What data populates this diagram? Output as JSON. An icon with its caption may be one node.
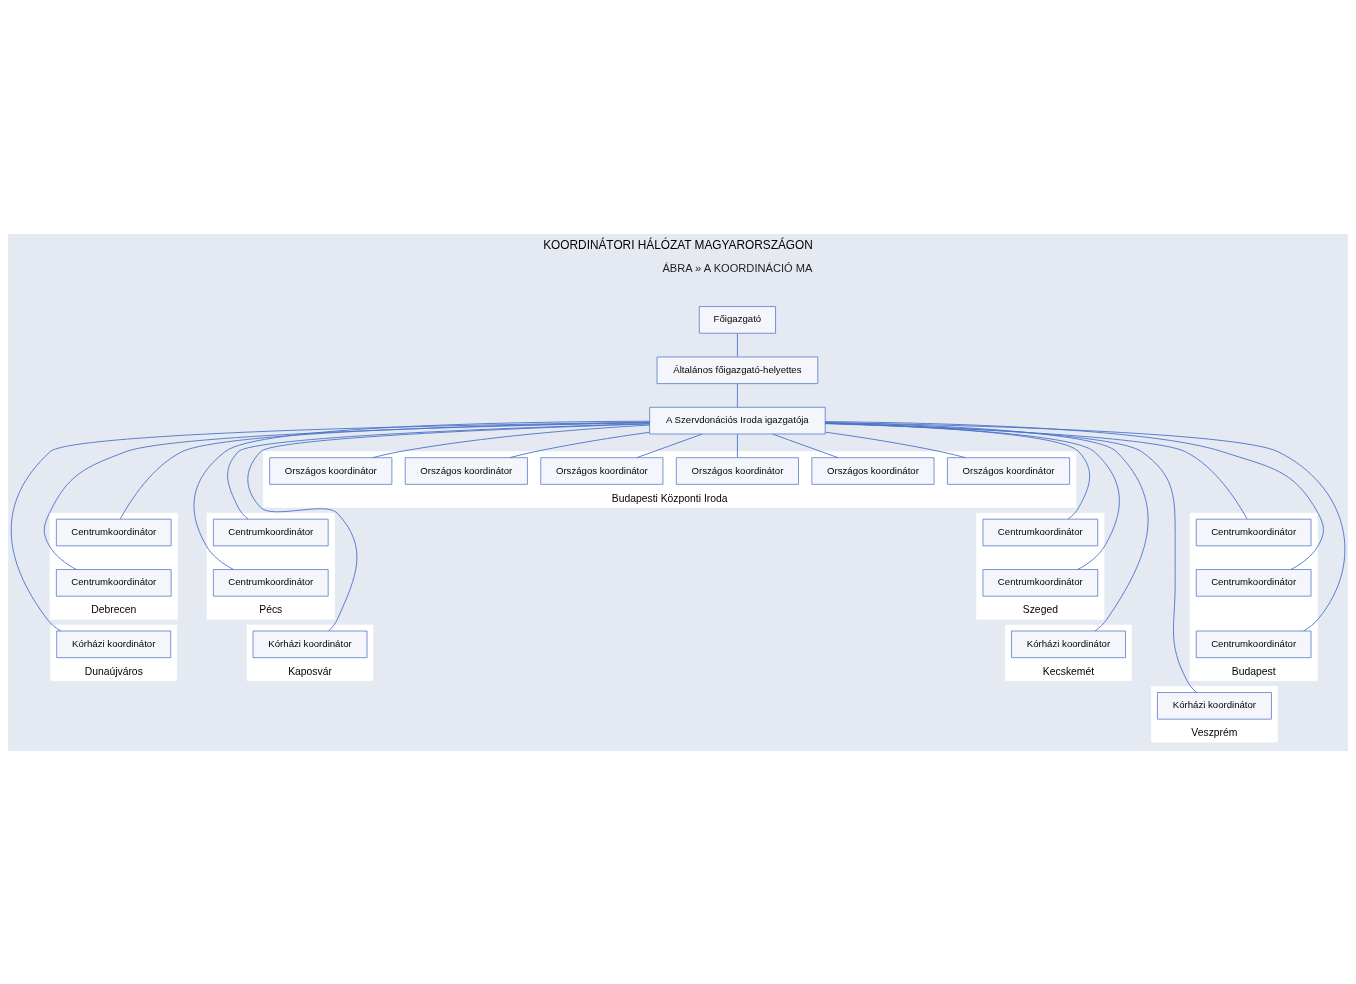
{
  "diagram": {
    "title": "KOORDINÁTORI HÁLÓZAT MAGYARORSZÁGON",
    "nodes": [
      {
        "text": [
          "Főigazgató"
        ]
      },
      {
        "text": [
          "Általános főigazgató-helyettes"
        ]
      },
      {
        "text": [
          "A Szervdonációs Iroda igazgatója"
        ]
      },
      {
        "text": [
          "Budapesti Központi Iroda"
        ]
      },
      {
        "text": [
          "Országos koordinátor"
        ],
        "in": 3
      },
      {
        "text": [
          "Országos koordinátor"
        ],
        "in": 3
      },
      {
        "text": [
          "Országos koordinátor"
        ],
        "in": 3
      },
      {
        "text": [
          "Országos koordinátor"
        ],
        "in": 3
      },
      {
        "text": [
          "Országos koordinátor"
        ],
        "in": 3
      },
      {
        "text": [
          "Országos koordinátor"
        ],
        "in": 3
      },
      {
        "text": [
          "Debrecen"
        ]
      },
      {
        "text": [
          "Centrumkoordinátor"
        ],
        "in": 10
      },
      {
        "text": [
          "Centrumkoordinátor"
        ],
        "in": 10
      },
      {
        "text": [
          "Pécs"
        ]
      },
      {
        "text": [
          "Centrumkoordinátor"
        ],
        "in": 13
      },
      {
        "text": [
          "Centrumkoordinátor"
        ],
        "in": 13
      },
      {
        "text": [
          "Szeged"
        ]
      },
      {
        "text": [
          "Centrumkoordinátor"
        ],
        "in": 16
      },
      {
        "text": [
          "Centrumkoordinátor"
        ],
        "in": 16
      },
      {
        "text": [
          "Budapest"
        ]
      },
      {
        "text": [
          "Centrumkoordinátor"
        ],
        "in": 19
      },
      {
        "text": [
          "Centrumkoordinátor"
        ],
        "in": 19
      },
      {
        "text": [
          "Centrumkoordinátor"
        ],
        "in": 19
      },
      {
        "text": [
          "Dunaújváros"
        ]
      },
      {
        "text": [
          "Kórházi koordinátor"
        ],
        "in": 23
      },
      {
        "text": [
          "Kaposvár"
        ]
      },
      {
        "text": [
          "Kórházi koordinátor"
        ],
        "in": 25
      },
      {
        "text": [
          "Kecskemét"
        ]
      },
      {
        "text": [
          "Kórházi koordinátor"
        ],
        "in": 27
      },
      {
        "text": [
          "Veszprém"
        ]
      },
      {
        "text": [
          "Kórházi koordinátor"
        ],
        "in": 29
      }
    ],
    "edges": [
      {
        "from": 0,
        "to": 1,
        "arrow": "none"
      },
      {
        "from": 1,
        "to": 2,
        "arrow": "none"
      },
      {
        "from": 2,
        "to": 4,
        "arrow": "none"
      },
      {
        "from": 2,
        "to": 5,
        "arrow": "none"
      },
      {
        "from": 2,
        "to": 6,
        "arrow": "none"
      },
      {
        "from": 2,
        "to": 7,
        "arrow": "none"
      },
      {
        "from": 2,
        "to": 8,
        "arrow": "none"
      },
      {
        "from": 2,
        "to": 9,
        "arrow": "none"
      },
      {
        "from": 2,
        "to": 11,
        "arrow": "none"
      },
      {
        "from": 2,
        "to": 12,
        "arrow": "none"
      },
      {
        "from": 2,
        "to": 14,
        "arrow": "none"
      },
      {
        "from": 2,
        "to": 15,
        "arrow": "none"
      },
      {
        "from": 2,
        "to": 17,
        "arrow": "none"
      },
      {
        "from": 2,
        "to": 18,
        "arrow": "none"
      },
      {
        "from": 2,
        "to": 20,
        "arrow": "none"
      },
      {
        "from": 2,
        "to": 21,
        "arrow": "none"
      },
      {
        "from": 2,
        "to": 22,
        "arrow": "none"
      },
      {
        "from": 2,
        "to": 24,
        "arrow": "none"
      },
      {
        "from": 2,
        "to": 26,
        "arrow": "none"
      },
      {
        "from": 2,
        "to": 28,
        "arrow": "none"
      },
      {
        "from": 2,
        "to": 30,
        "arrow": "none"
      }
    ],
    "labels": [
      "ÁBRA » A KOORDINÁCIÓ MA"
    ]
  }
}
